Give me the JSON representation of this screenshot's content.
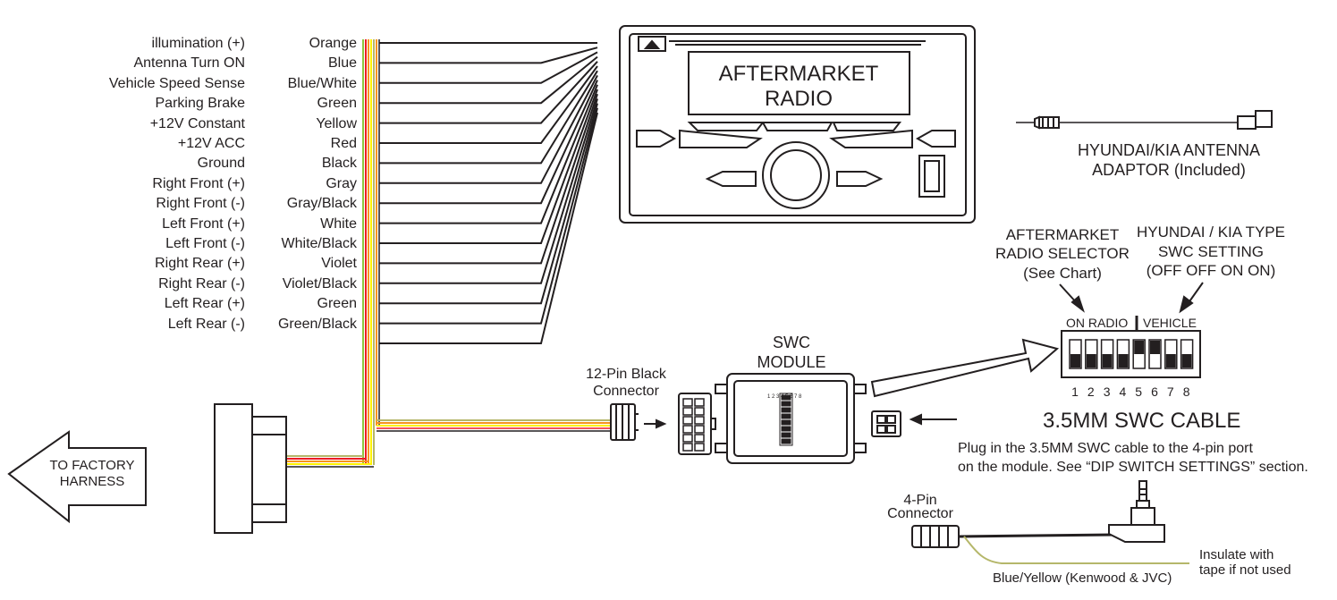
{
  "wiring": [
    {
      "function": "illumination (+)",
      "wire": "Orange"
    },
    {
      "function": "Antenna Turn ON",
      "wire": "Blue"
    },
    {
      "function": "Vehicle Speed Sense",
      "wire": "Blue/White"
    },
    {
      "function": "Parking Brake",
      "wire": "Green"
    },
    {
      "function": "+12V Constant",
      "wire": "Yellow"
    },
    {
      "function": "+12V ACC",
      "wire": "Red"
    },
    {
      "function": "Ground",
      "wire": "Black"
    },
    {
      "function": "Right Front (+)",
      "wire": "Gray"
    },
    {
      "function": "Right Front (-)",
      "wire": "Gray/Black"
    },
    {
      "function": "Left Front (+)",
      "wire": "White"
    },
    {
      "function": "Left Front (-)",
      "wire": "White/Black"
    },
    {
      "function": "Right Rear (+)",
      "wire": "Violet"
    },
    {
      "function": "Right Rear (-)",
      "wire": "Violet/Black"
    },
    {
      "function": "Left Rear (+)",
      "wire": "Green"
    },
    {
      "function": "Left Rear (-)",
      "wire": "Green/Black"
    }
  ],
  "radio": {
    "line1": "AFTERMARKET",
    "line2": "RADIO"
  },
  "antenna": {
    "line1": "HYUNDAI/KIA ANTENNA",
    "line2": "ADAPTOR (Included)"
  },
  "selector": {
    "line1": "AFTERMARKET",
    "line2": "RADIO SELECTOR",
    "line3": "(See Chart)"
  },
  "swc_type": {
    "line1": "HYUNDAI / KIA TYPE",
    "line2": "SWC SETTING",
    "line3": "(OFF  OFF  ON  ON)"
  },
  "dip": {
    "label_left": "ON RADIO",
    "label_right": "VEHICLE",
    "numbers": [
      "1",
      "2",
      "3",
      "4",
      "5",
      "6",
      "7",
      "8"
    ],
    "states": [
      "down",
      "down",
      "down",
      "down",
      "up",
      "up",
      "down",
      "down"
    ]
  },
  "factory": {
    "line1": "TO FACTORY",
    "line2": "HARNESS"
  },
  "connector12": {
    "line1": "12-Pin Black",
    "line2": "Connector"
  },
  "module": {
    "line1": "SWC",
    "line2": "MODULE"
  },
  "cable_title": "3.5MM SWC CABLE",
  "plug_note": {
    "line1": "Plug in the 3.5MM SWC cable to the 4-pin port",
    "line2": "on the module. See “DIP SWITCH SETTINGS” section."
  },
  "connector4": {
    "line1": "4-Pin",
    "line2": "Connector"
  },
  "insulate": {
    "line1": "Insulate with",
    "line2": "tape if not used"
  },
  "blue_yellow": "Blue/Yellow (Kenwood & JVC)",
  "colors": {
    "ink": "#231f20",
    "wire_orange": "#f7941d",
    "wire_yellow": "#fff200",
    "wire_red": "#ed1c24",
    "wire_green": "#8dc63f",
    "wire_olive": "#b5b76a"
  }
}
